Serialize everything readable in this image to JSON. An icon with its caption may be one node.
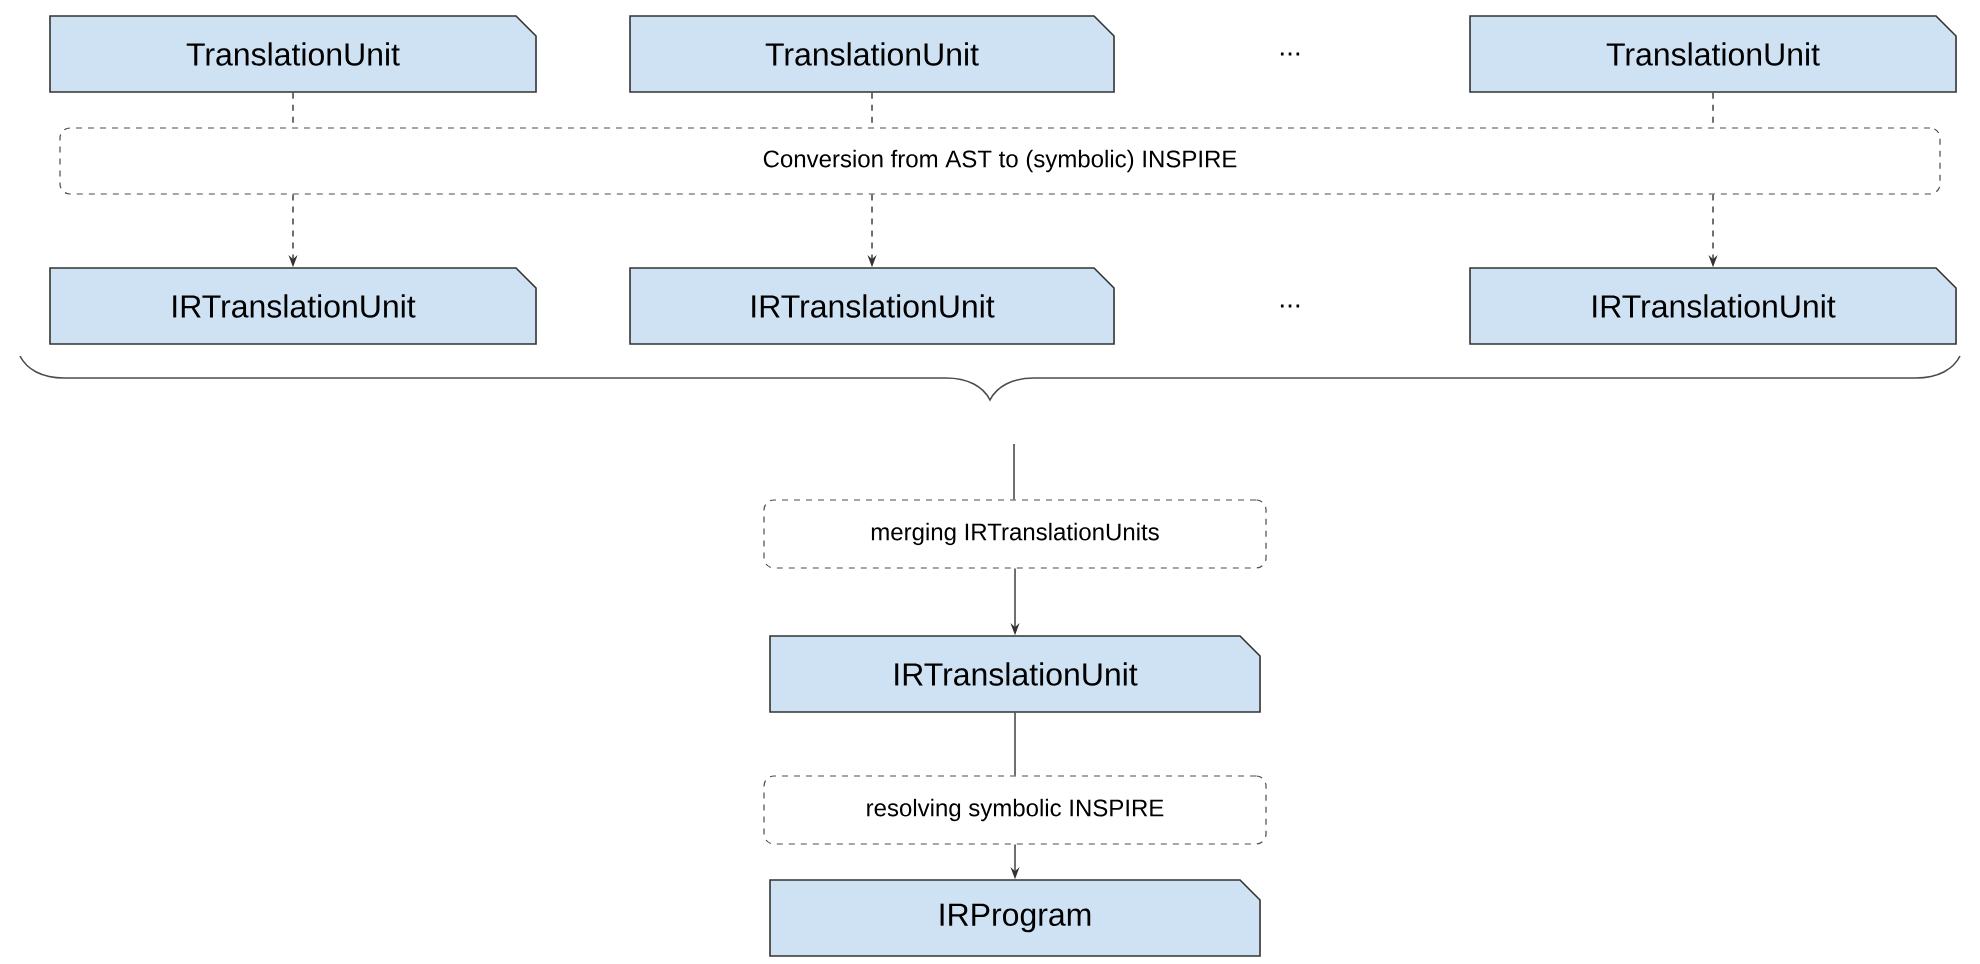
{
  "diagram": {
    "nodes": [
      {
        "text": [
          "TranslationUnit"
        ]
      },
      {
        "text": [
          "TranslationUnit"
        ]
      },
      {
        "text": [
          "TranslationUnit"
        ]
      },
      {
        "text": [
          "Conversion from AST to (symbolic) INSPIRE"
        ]
      },
      {
        "text": [
          "IRTranslationUnit"
        ]
      },
      {
        "text": [
          "IRTranslationUnit"
        ]
      },
      {
        "text": [
          "IRTranslationUnit"
        ]
      },
      {
        "text": [
          "merging IRTranslationUnits"
        ]
      },
      {
        "text": [
          "IRTranslationUnit"
        ]
      },
      {
        "text": [
          "resolving symbolic INSPIRE"
        ]
      },
      {
        "text": [
          "IRProgram"
        ]
      }
    ],
    "edges": [
      {
        "from": 0,
        "to": 3,
        "arrow": "none",
        "style": "dashed"
      },
      {
        "from": 1,
        "to": 3,
        "arrow": "none",
        "style": "dashed"
      },
      {
        "from": 2,
        "to": 3,
        "arrow": "none",
        "style": "dashed"
      },
      {
        "from": 3,
        "to": 4,
        "arrow": "to",
        "style": "dashed"
      },
      {
        "from": 3,
        "to": 5,
        "arrow": "to",
        "style": "dashed"
      },
      {
        "from": 3,
        "to": 6,
        "arrow": "to",
        "style": "dashed"
      },
      {
        "from": null,
        "to": 7,
        "arrow": "none"
      },
      {
        "from": 7,
        "to": 8,
        "arrow": "to"
      },
      {
        "from": 8,
        "to": 9,
        "arrow": "none"
      },
      {
        "from": 9,
        "to": 10,
        "arrow": "to"
      }
    ],
    "labels": [
      "...",
      "..."
    ]
  }
}
